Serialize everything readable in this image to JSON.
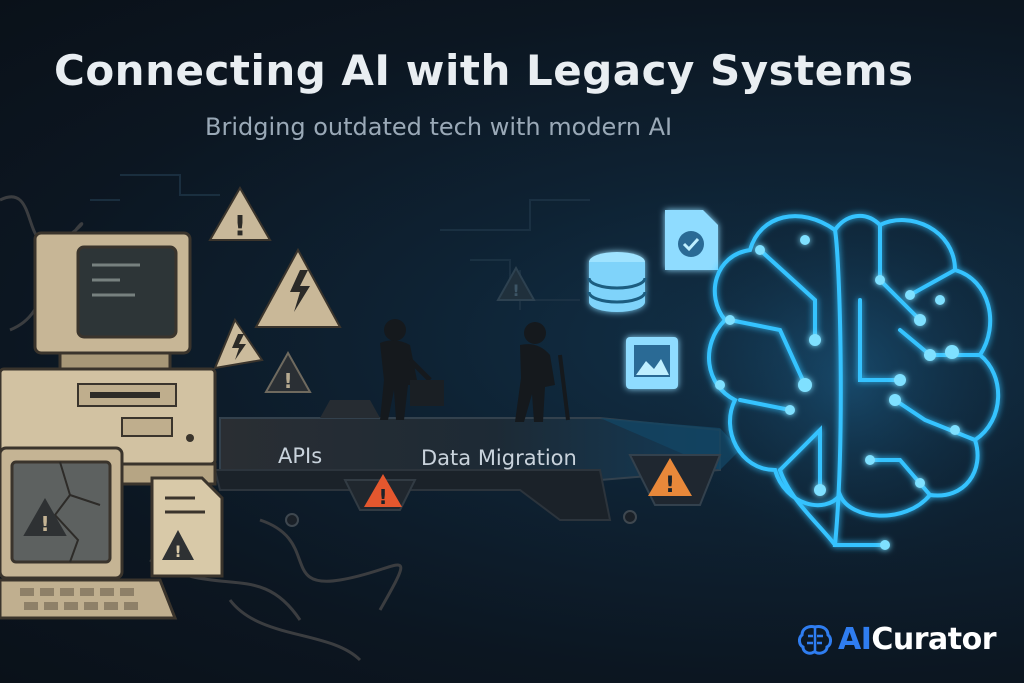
{
  "header": {
    "title": "Connecting AI with Legacy Systems",
    "subtitle": "Bridging outdated tech with modern AI"
  },
  "pipeline": {
    "labels": [
      "APIs",
      "Data Migration"
    ]
  },
  "brand": {
    "prefix": "AI",
    "suffix": "Curator",
    "accent_color": "#2f7df0"
  },
  "icons": {
    "warning": "warning-icon",
    "database": "database-icon",
    "document_check": "document-check-icon",
    "image": "image-icon",
    "brain": "circuit-brain-icon",
    "worker": "worker-silhouette-icon"
  },
  "palette": {
    "glow": "#35c3ff",
    "legacy": "#c9b89a",
    "warning_orange": "#e56b2f"
  }
}
